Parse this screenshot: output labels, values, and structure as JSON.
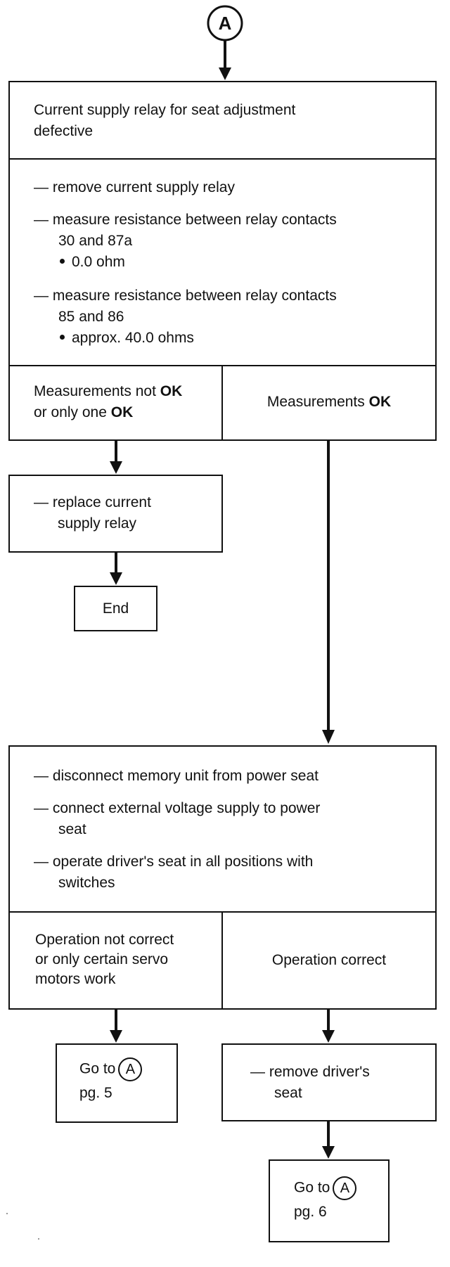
{
  "top_connector": "A",
  "header_box": {
    "line1": "Current supply relay for seat adjustment",
    "line2": "defective"
  },
  "steps_box": {
    "step1": "— remove current supply relay",
    "step2_line1": "— measure resistance between relay contacts",
    "step2_line2": "30 and 87a",
    "step2_value": "0.0 ohm",
    "step3_line1": "— measure resistance between relay contacts",
    "step3_line2": "85 and 86",
    "step3_value": "approx. 40.0 ohms"
  },
  "branch1": {
    "left_line1_pre": "Measurements not ",
    "left_line1_bold": "OK",
    "left_line2_pre": "or only one ",
    "left_line2_bold": "OK",
    "right_pre": "Measurements ",
    "right_bold": "OK"
  },
  "replace_box": {
    "line1": "— replace current",
    "line2": "supply relay"
  },
  "end_box": "End",
  "test_box": {
    "item1": "— disconnect memory unit from power seat",
    "item2_line1": "— connect external voltage supply to power",
    "item2_line2": "seat",
    "item3_line1": "— operate driver's seat in all positions with",
    "item3_line2": "switches"
  },
  "branch2": {
    "left_line1": "Operation not correct",
    "left_line2": "or only certain servo",
    "left_line3": "motors work",
    "right": "Operation correct"
  },
  "goto5": {
    "goto": "Go to",
    "circle": "A",
    "page": "pg. 5"
  },
  "remove_seat_box": {
    "line1": "— remove driver's",
    "line2": "seat"
  },
  "goto6": {
    "goto": "Go to",
    "circle": "A",
    "page": "pg. 6"
  }
}
